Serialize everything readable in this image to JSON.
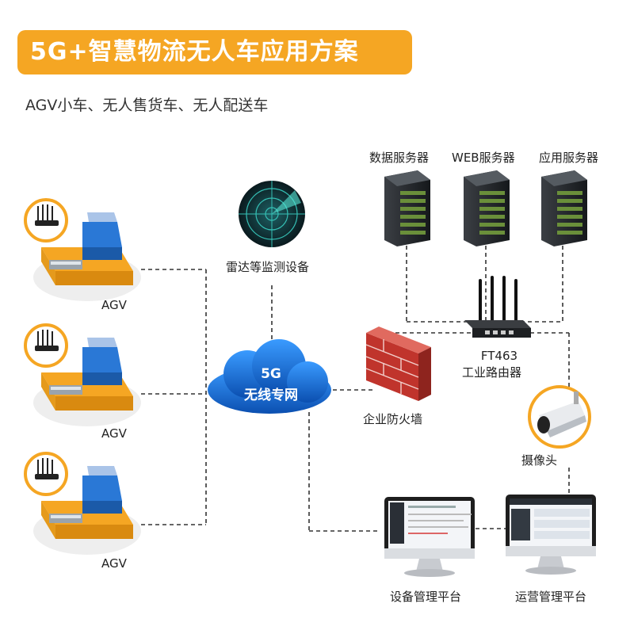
{
  "title": "5G+智慧物流无人车应用方案",
  "subtitle": "AGV小车、无人售货车、无人配送车",
  "agv_label": "AGV",
  "radar_label": "雷达等监测设备",
  "network": {
    "line1": "5G",
    "line2": "无线专网"
  },
  "firewall_label": "企业防火墙",
  "servers": [
    "数据服务器",
    "WEB服务器",
    "应用服务器"
  ],
  "router": {
    "model": "FT463",
    "name": "工业路由器"
  },
  "camera_label": "摄像头",
  "platforms": [
    "设备管理平台",
    "运营管理平台"
  ],
  "colors": {
    "accent": "#f5a623",
    "cloud": "#1a6fd1",
    "firewall": "#c0342c",
    "line": "#333333"
  }
}
